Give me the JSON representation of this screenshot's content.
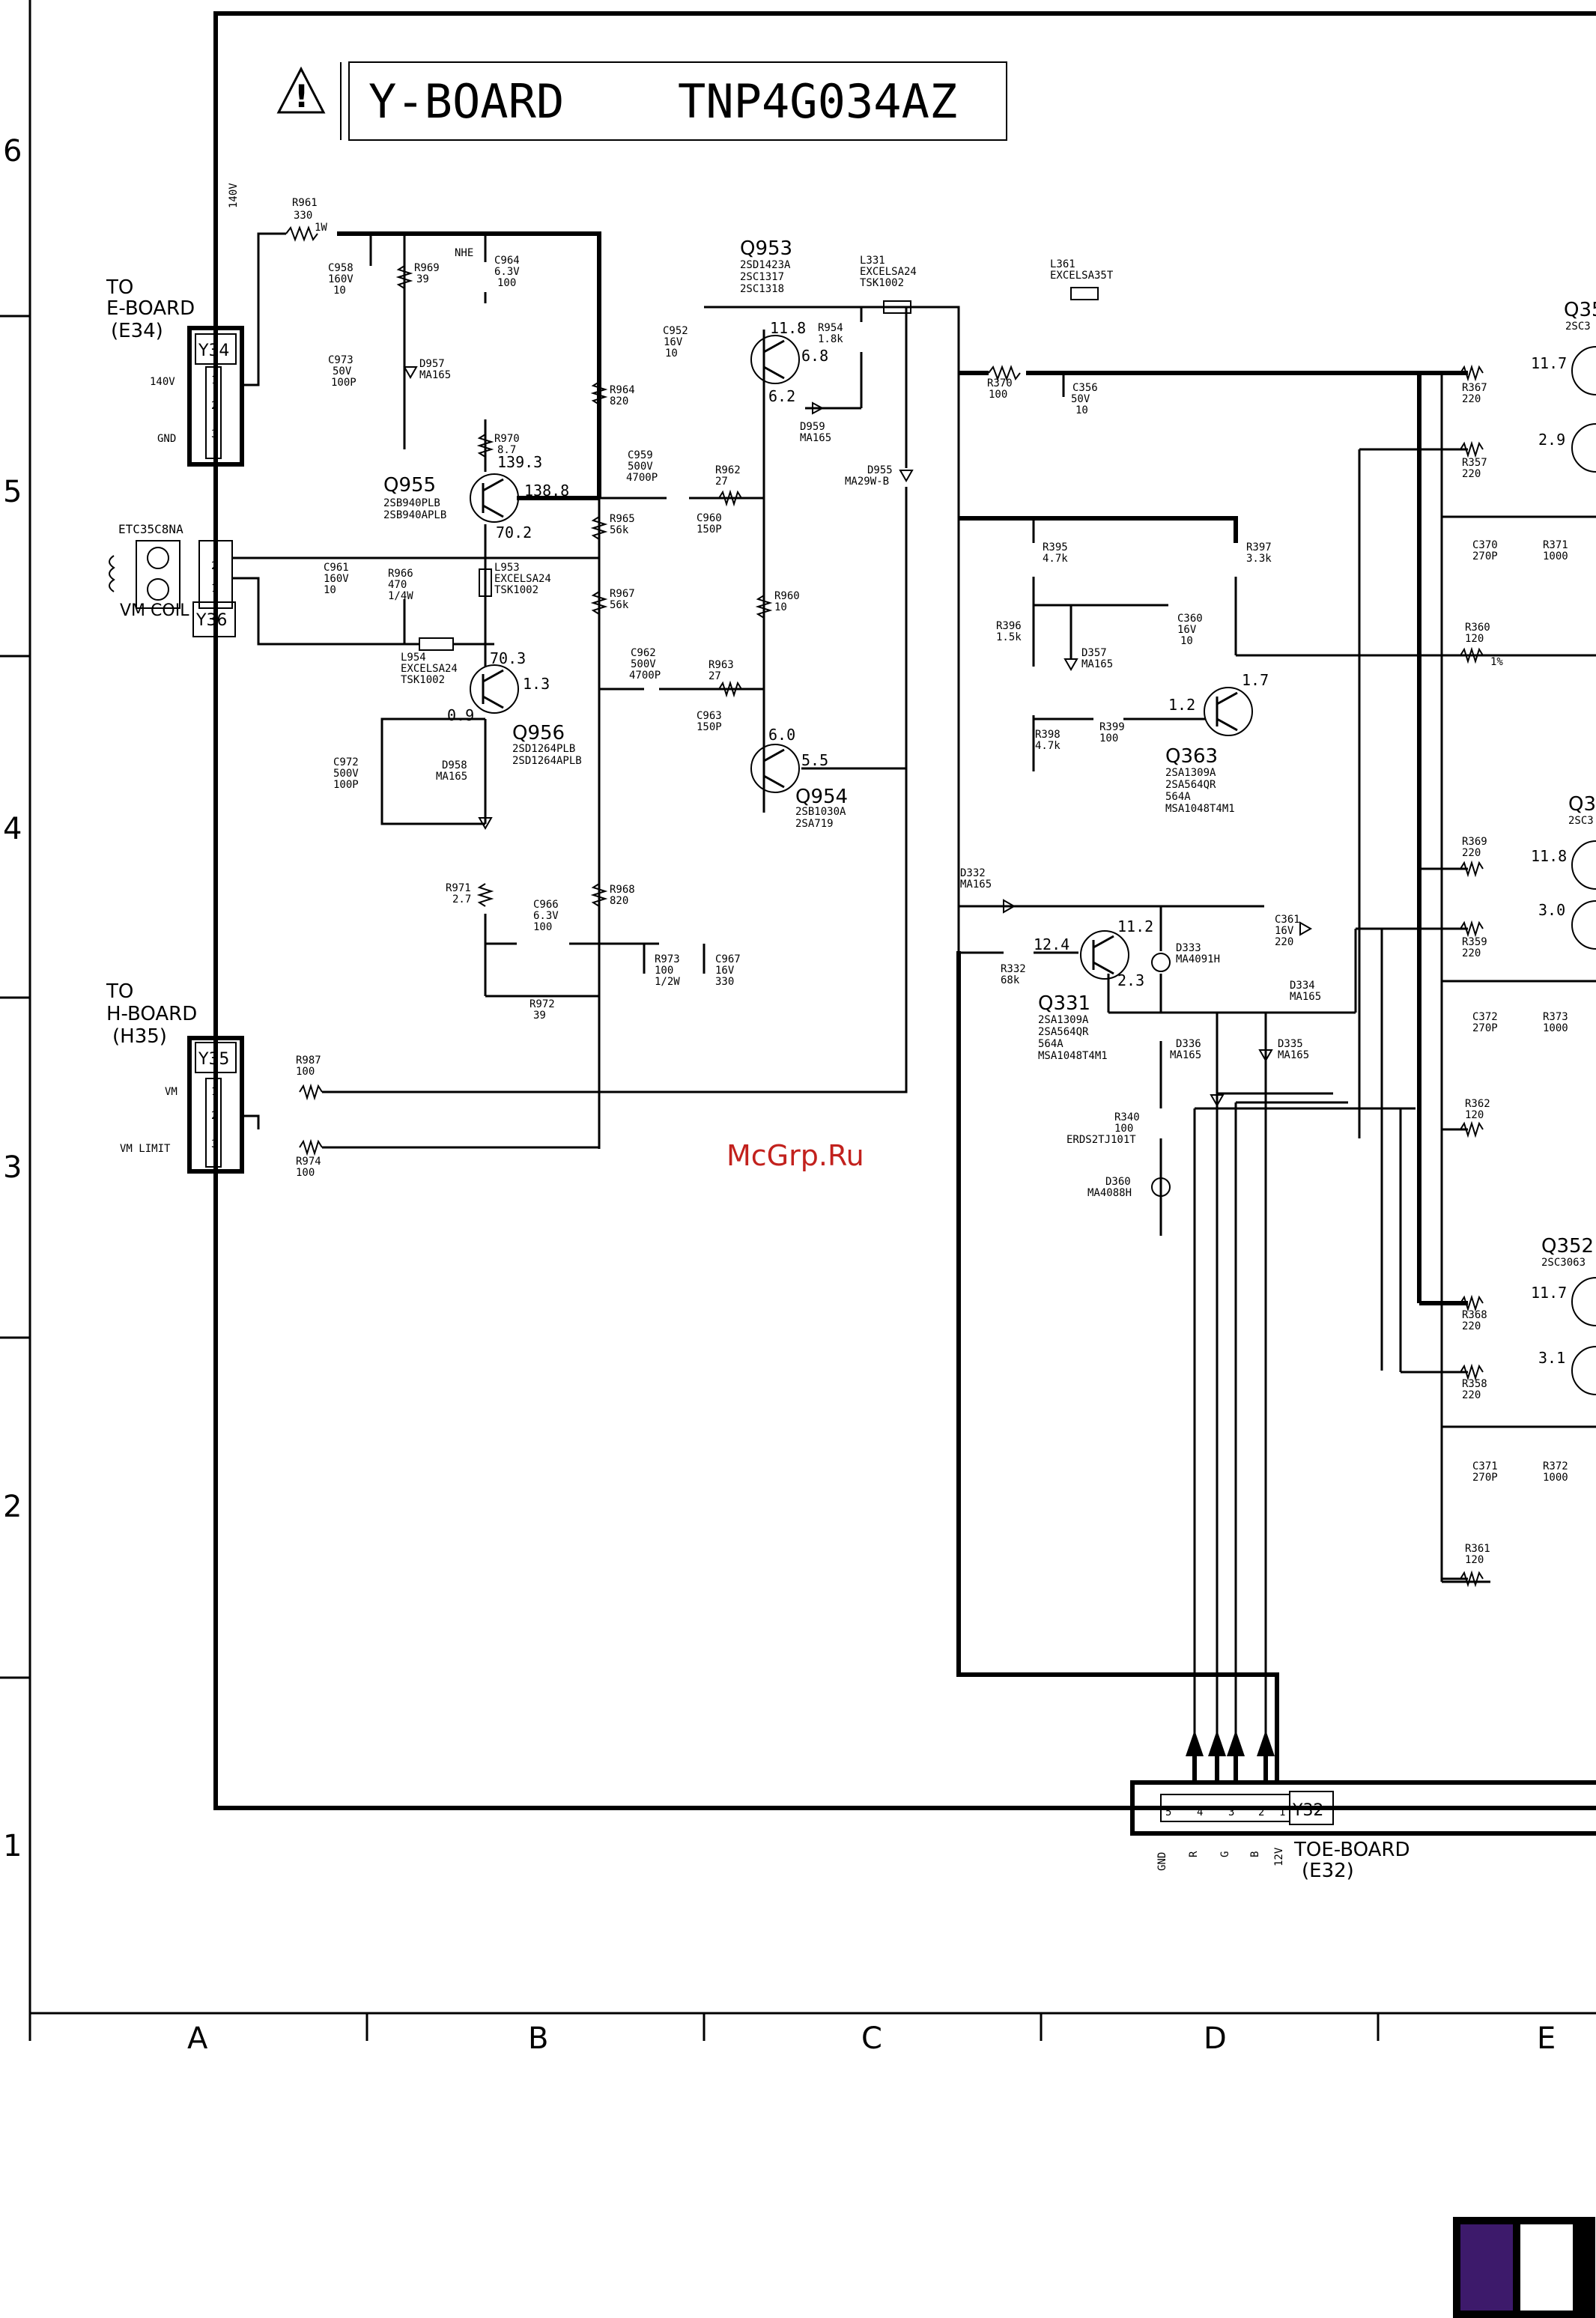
{
  "title": {
    "board": "Y-BOARD",
    "part": "TNP4G034AZ"
  },
  "watermark": "McGrp.Ru",
  "grid_rows": [
    "6",
    "5",
    "4",
    "3",
    "2",
    "1"
  ],
  "grid_cols": [
    "A",
    "B",
    "C",
    "D",
    "E"
  ],
  "connectors": {
    "y34": {
      "id": "Y34",
      "to": "TO",
      "board": "E-BOARD",
      "ref": "(E34)",
      "pins": [
        "1",
        "2",
        "3"
      ],
      "sigs": [
        "140V",
        "GND"
      ]
    },
    "y36": {
      "id": "Y36",
      "coil": "ETC35C8NA",
      "name": "VM COIL",
      "pins": [
        "2",
        "1"
      ]
    },
    "y35": {
      "id": "Y35",
      "to": "TO",
      "board": "H-BOARD",
      "ref": "(H35)",
      "pins": [
        "1",
        "2",
        "3"
      ],
      "sigs": [
        "VM",
        "VM LIMIT"
      ]
    },
    "y32": {
      "id": "Y32",
      "to": "TOE-BOARD",
      "ref": "(E32)",
      "pins": [
        "5",
        "4",
        "3",
        "2",
        "1"
      ],
      "sigs": [
        "GND",
        "R",
        "G",
        "B",
        "12V"
      ]
    }
  },
  "transistors": {
    "q955": {
      "ref": "Q955",
      "types": [
        "2SB940PLB",
        "2SB940APLB"
      ]
    },
    "q956": {
      "ref": "Q956",
      "types": [
        "2SD1264PLB",
        "2SD1264APLB"
      ]
    },
    "q953": {
      "ref": "Q953",
      "types": [
        "2SD1423A",
        "2SC1317",
        "2SC1318"
      ]
    },
    "q954": {
      "ref": "Q954",
      "types": [
        "2SB1030A",
        "2SA719"
      ]
    },
    "q363": {
      "ref": "Q363",
      "types": [
        "2SA1309A",
        "2SA564QR",
        "564A",
        "MSA1048T4M1"
      ]
    },
    "q331": {
      "ref": "Q331",
      "types": [
        "2SA1309A",
        "2SA564QR",
        "564A",
        "MSA1048T4M1"
      ]
    },
    "q352": {
      "ref": "Q352",
      "type": "2SC3063"
    },
    "q351": {
      "ref": "Q35",
      "type": "2SC3"
    },
    "q350": {
      "ref": "Q3",
      "type": "2SC3"
    }
  },
  "parts": {
    "r961": {
      "ref": "R961",
      "v": "330",
      "x": "1W"
    },
    "v140": "140V",
    "c958": {
      "ref": "C958",
      "v": "160V",
      "x": "10"
    },
    "r969": {
      "ref": "R969",
      "v": "39"
    },
    "nhe": "NHE",
    "c964": {
      "ref": "C964",
      "v": "6.3V",
      "x": "100"
    },
    "c973": {
      "ref": "C973",
      "v": "50V",
      "x": "100P"
    },
    "d957": {
      "ref": "D957",
      "v": "MA165"
    },
    "r964": {
      "ref": "R964",
      "v": "820"
    },
    "r970": {
      "ref": "R970",
      "v": "8.7"
    },
    "c959": {
      "ref": "C959",
      "v": "500V",
      "x": "4700P"
    },
    "r962": {
      "ref": "R962",
      "v": "27"
    },
    "c960": {
      "ref": "C960",
      "v": "150P"
    },
    "r965": {
      "ref": "R965",
      "v": "56k"
    },
    "c961": {
      "ref": "C961",
      "v": "160V",
      "x": "10"
    },
    "r966": {
      "ref": "R966",
      "v": "470",
      "x": "1/4W"
    },
    "l953": {
      "ref": "L953",
      "v": "EXCELSA24",
      "x": "TSK1002"
    },
    "r967": {
      "ref": "R967",
      "v": "56k"
    },
    "r960": {
      "ref": "R960",
      "v": "10"
    },
    "l954": {
      "ref": "L954",
      "v": "EXCELSA24",
      "x": "TSK1002"
    },
    "c962": {
      "ref": "C962",
      "v": "500V",
      "x": "4700P"
    },
    "r963": {
      "ref": "R963",
      "v": "27"
    },
    "c963": {
      "ref": "C963",
      "v": "150P"
    },
    "c972": {
      "ref": "C972",
      "v": "500V",
      "x": "100P"
    },
    "d958": {
      "ref": "D958",
      "v": "MA165"
    },
    "r971": {
      "ref": "R971",
      "v": "2.7"
    },
    "c966": {
      "ref": "C966",
      "v": "6.3V",
      "x": "100"
    },
    "r968": {
      "ref": "R968",
      "v": "820"
    },
    "r973": {
      "ref": "R973",
      "v": "100",
      "x": "1/2W"
    },
    "c967": {
      "ref": "C967",
      "v": "16V",
      "x": "330"
    },
    "r972": {
      "ref": "R972",
      "v": "39"
    },
    "r987": {
      "ref": "R987",
      "v": "100"
    },
    "r974": {
      "ref": "R974",
      "v": "100"
    },
    "c952": {
      "ref": "C952",
      "v": "16V",
      "x": "10"
    },
    "r954": {
      "ref": "R954",
      "v": "1.8k"
    },
    "l331": {
      "ref": "L331",
      "v": "EXCELSA24",
      "x": "TSK1002"
    },
    "l361": {
      "ref": "L361",
      "v": "EXCELSA35T"
    },
    "d959": {
      "ref": "D959",
      "v": "MA165"
    },
    "d955": {
      "ref": "D955",
      "v": "MA29W-B"
    },
    "r370": {
      "ref": "R370",
      "v": "100"
    },
    "c356": {
      "ref": "C356",
      "v": "50V",
      "x": "10"
    },
    "r395": {
      "ref": "R395",
      "v": "4.7k"
    },
    "r397": {
      "ref": "R397",
      "v": "3.3k"
    },
    "r396": {
      "ref": "R396",
      "v": "1.5k"
    },
    "c360": {
      "ref": "C360",
      "v": "16V",
      "x": "10"
    },
    "d357": {
      "ref": "D357",
      "v": "MA165"
    },
    "r398": {
      "ref": "R398",
      "v": "4.7k"
    },
    "r399": {
      "ref": "R399",
      "v": "100"
    },
    "d332": {
      "ref": "D332",
      "v": "MA165"
    },
    "c361": {
      "ref": "C361",
      "v": "16V",
      "x": "220"
    },
    "r332": {
      "ref": "R332",
      "v": "68k"
    },
    "d333": {
      "ref": "D333",
      "v": "MA4091H"
    },
    "d334": {
      "ref": "D334",
      "v": "MA165"
    },
    "d336": {
      "ref": "D336",
      "v": "MA165"
    },
    "d335": {
      "ref": "D335",
      "v": "MA165"
    },
    "r340": {
      "ref": "R340",
      "v": "100",
      "x": "ERDS2TJ101T"
    },
    "d360": {
      "ref": "D360",
      "v": "MA4088H"
    },
    "r367": {
      "ref": "R367",
      "v": "220"
    },
    "r357": {
      "ref": "R357",
      "v": "220"
    },
    "c370": {
      "ref": "C370",
      "v": "270P"
    },
    "r371": {
      "ref": "R371",
      "v": "1000"
    },
    "r360": {
      "ref": "R360",
      "v": "120"
    },
    "r369": {
      "ref": "R369",
      "v": "220"
    },
    "r359": {
      "ref": "R359",
      "v": "220"
    },
    "c372": {
      "ref": "C372",
      "v": "270P"
    },
    "r373": {
      "ref": "R373",
      "v": "1000"
    },
    "r362": {
      "ref": "R362",
      "v": "120"
    },
    "r368": {
      "ref": "R368",
      "v": "220"
    },
    "r358": {
      "ref": "R358",
      "v": "220"
    },
    "c371": {
      "ref": "C371",
      "v": "270P"
    },
    "r372": {
      "ref": "R372",
      "v": "1000"
    },
    "r361": {
      "ref": "R361",
      "v": "120"
    },
    "pct1": "1%"
  },
  "voltages": {
    "q955c": "139.3",
    "q955e": "138.8",
    "q955b": "70.2",
    "q956c": "70.3",
    "q956e": "1.3",
    "q956b": "0.9",
    "q953c": "11.8",
    "q953e": "6.8",
    "q953b": "6.2",
    "q954c": "6.0",
    "q954e": "5.5",
    "q363b": "1.2",
    "q363c": "1.7",
    "q331b": "12.4",
    "q331c": "11.2",
    "q331e": "2.3",
    "r367": "11.7",
    "r357": "2.9",
    "r369": "11.8",
    "r359": "3.0",
    "r368": "11.7",
    "r358": "3.1"
  },
  "colors": {
    "ink": "#000000",
    "swatch_dark": "#3d1a6b",
    "paper": "#ffffff"
  }
}
